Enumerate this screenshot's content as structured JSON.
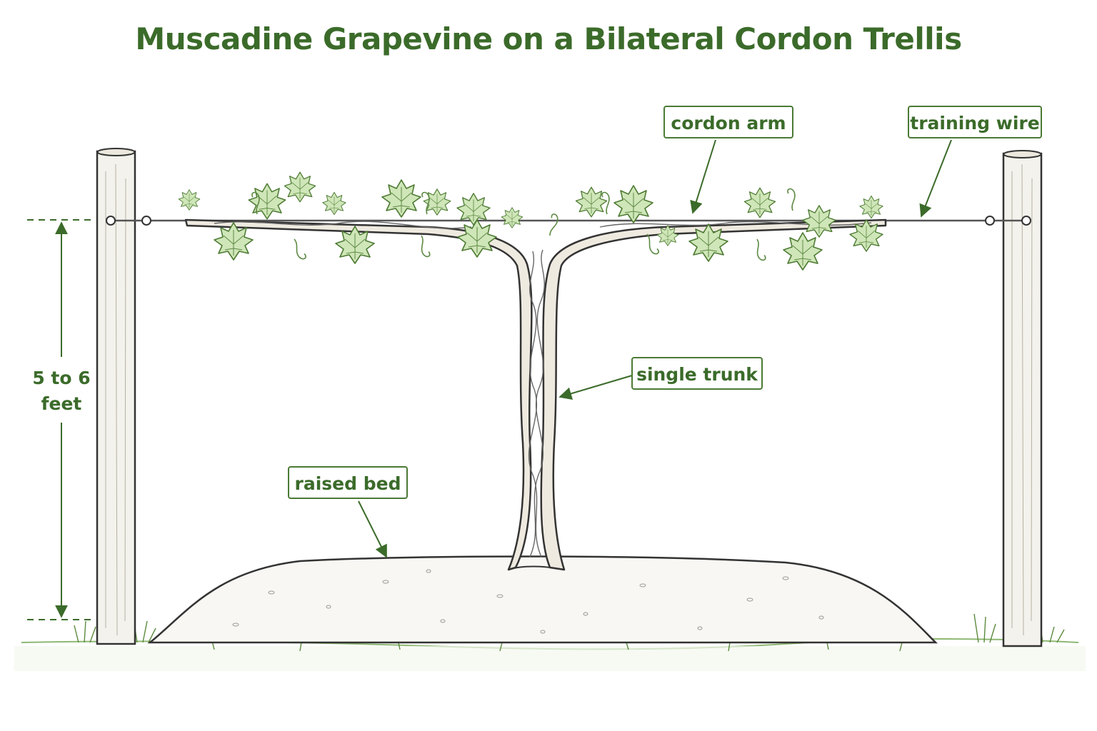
{
  "title": "Muscadine Grapevine on a Bilateral Cordon Trellis",
  "labels": {
    "cordon_arm": "cordon arm",
    "training_wire": "training wire",
    "single_trunk": "single trunk",
    "raised_bed": "raised bed",
    "height_line1": "5 to 6",
    "height_line2": "feet"
  },
  "colors": {
    "accent_green": "#3b6b2a",
    "leaf_fill": "#cfe6b8",
    "leaf_stroke": "#4d7a33",
    "ink": "#333333"
  }
}
